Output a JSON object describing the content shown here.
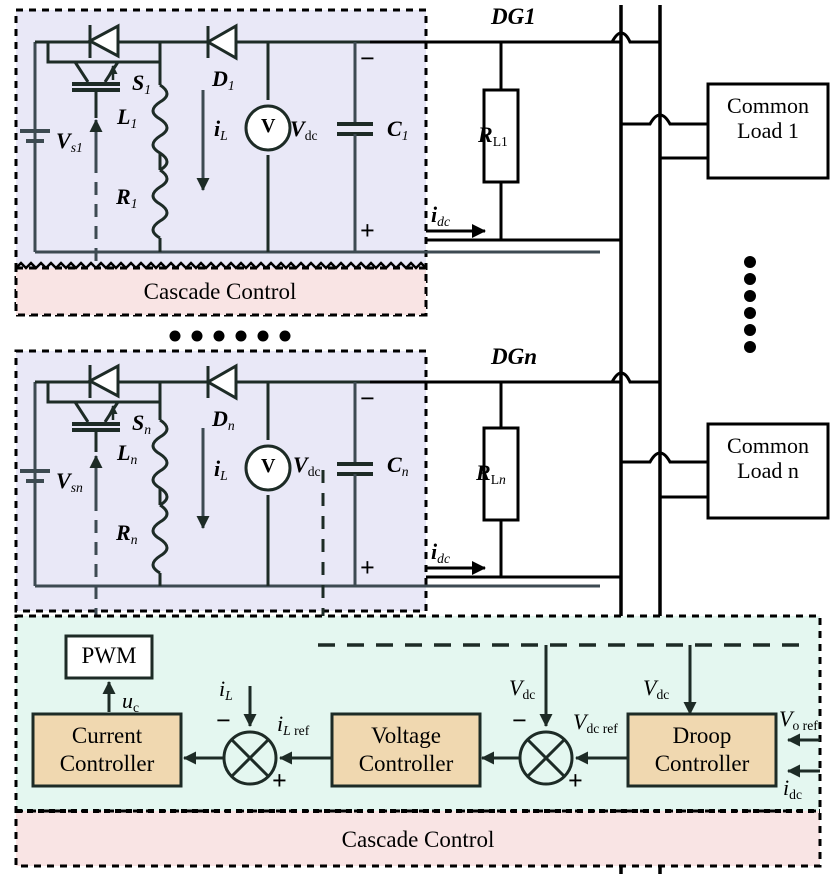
{
  "diagram": {
    "title": "DC microgrid with cascade droop control",
    "colors": {
      "dg_block_fill": "#e9e8f7",
      "cascade_fill": "#f9e4e4",
      "control_fill": "#e4f7f0",
      "controller_box_fill": "#f0d8b0",
      "wire": "#2b3b35",
      "dark_wire": "#000000"
    }
  },
  "dg1": {
    "tag": "DG1",
    "source": "V",
    "source_sub": "s1",
    "switch": "S",
    "switch_sub": "1",
    "diode": "D",
    "diode_sub": "1",
    "inductor": "L",
    "inductor_sub": "1",
    "resistor": "R",
    "resistor_sub": "1",
    "current_L": "i",
    "current_L_sub": "L",
    "voltmeter": "V",
    "vdc": "V",
    "vdc_sub": "dc",
    "cap": "C",
    "cap_sub": "1",
    "minus": "−",
    "plus": "+",
    "idc": "i",
    "idc_sub": "dc",
    "cascade_label": "Cascade Control",
    "load_resistor": "R",
    "load_resistor_sub": "L1",
    "common_load_line1": "Common",
    "common_load_line2": "Load 1"
  },
  "dgn": {
    "tag": "DGn",
    "source": "V",
    "source_sub": "sn",
    "switch": "S",
    "switch_sub": "n",
    "diode": "D",
    "diode_sub": "n",
    "inductor": "L",
    "inductor_sub": "n",
    "resistor": "R",
    "resistor_sub": "n",
    "current_L": "i",
    "current_L_sub": "L",
    "voltmeter": "V",
    "vdc": "V",
    "vdc_sub": "dc",
    "cap": "C",
    "cap_sub": "n",
    "minus": "−",
    "plus": "+",
    "idc": "i",
    "idc_sub": "dc",
    "load_resistor": "R",
    "load_resistor_sub": "Ln",
    "common_load_line1": "Common",
    "common_load_line2": "Load n"
  },
  "ellipsis": {
    "horizontal_dots": 6,
    "vertical_dots": 6
  },
  "control": {
    "pwm_label": "PWM",
    "uc": "u",
    "uc_sub": "c",
    "current_controller_line1": "Current",
    "current_controller_line2": "Controller",
    "voltage_controller_line1": "Voltage",
    "voltage_controller_line2": "Controller",
    "droop_controller_line1": "Droop",
    "droop_controller_line2": "Controller",
    "iL": "i",
    "iL_sub": "L",
    "iL_ref": "i",
    "iL_ref_sub": "L ref",
    "vdc1": "V",
    "vdc1_sub": "dc",
    "vdc2": "V",
    "vdc2_sub": "dc",
    "vdc_ref": "V",
    "vdc_ref_sub": "dc ref",
    "vo_ref": "V",
    "vo_ref_sub": "o ref",
    "idc": "i",
    "idc_sub": "dc",
    "sum1_minus": "−",
    "sum1_plus": "+",
    "sum2_minus": "−",
    "sum2_plus": "+",
    "cascade_label": "Cascade Control"
  }
}
